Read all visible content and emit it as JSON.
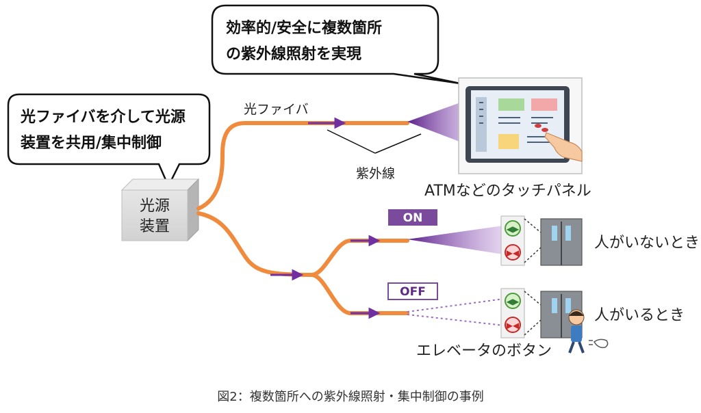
{
  "bubble_top": {
    "line1": "効率的/安全に複数箇所",
    "line2": "の紫外線照射を実現"
  },
  "bubble_left": {
    "line1": "光ファイバを介して光源",
    "line2": "装置を共用/集中制御"
  },
  "light_source": {
    "line1": "光源",
    "line2": "装置"
  },
  "labels": {
    "fiber": "光ファイバ",
    "uv": "紫外線",
    "atm": "ATMなどのタッチパネル",
    "elevator": "エレベータのボタン",
    "no_person": "人がいないとき",
    "person": "人がいるとき"
  },
  "badges": {
    "on": "ON",
    "off": "OFF"
  },
  "caption": "図2：複数箇所への紫外線照射・集中制御の事例",
  "colors": {
    "fiber": "#F08A3C",
    "uv": "#7030A0",
    "badge_on_bg": "#7A4A9C",
    "box": "#D9D9D9"
  }
}
